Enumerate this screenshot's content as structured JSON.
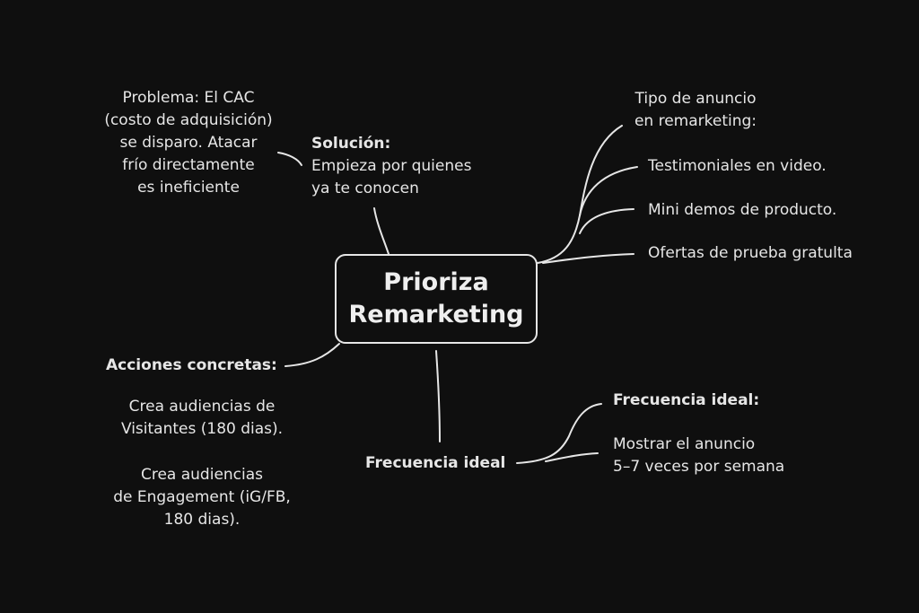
{
  "central": {
    "line1": "Prioriza",
    "line2": "Remarketing"
  },
  "problem": {
    "lines": [
      "Problema: El CAC",
      "(costo de adquisición)",
      "se disparo. Atacar",
      "frío directamente",
      "es ineficiente"
    ]
  },
  "solution": {
    "heading": "Solución:",
    "lines": [
      "Empieza por quienes",
      "ya te conocen"
    ]
  },
  "ad_type": {
    "heading_lines": [
      "Tipo de anuncio",
      "en remarketing:"
    ],
    "items": [
      "Testimoniales en video.",
      "Mini demos de producto.",
      "Ofertas de prueba gratulta"
    ]
  },
  "actions": {
    "heading": "Acciones concretas:",
    "item1": [
      "Crea audiencias de",
      "Visitantes (180 dias)."
    ],
    "item2": [
      "Crea audiencias",
      "de Engagement (iG/FB,",
      "180 dias)."
    ]
  },
  "frequency": {
    "node_label": "Frecuencia ideal",
    "heading": "Frecuencia ideal:",
    "detail_lines": [
      "Mostrar el anuncio",
      "5–7 veces por semana"
    ]
  },
  "colors": {
    "background": "#0f0f0f",
    "text": "#e6e6e6",
    "lines": "#e6e6e6"
  }
}
